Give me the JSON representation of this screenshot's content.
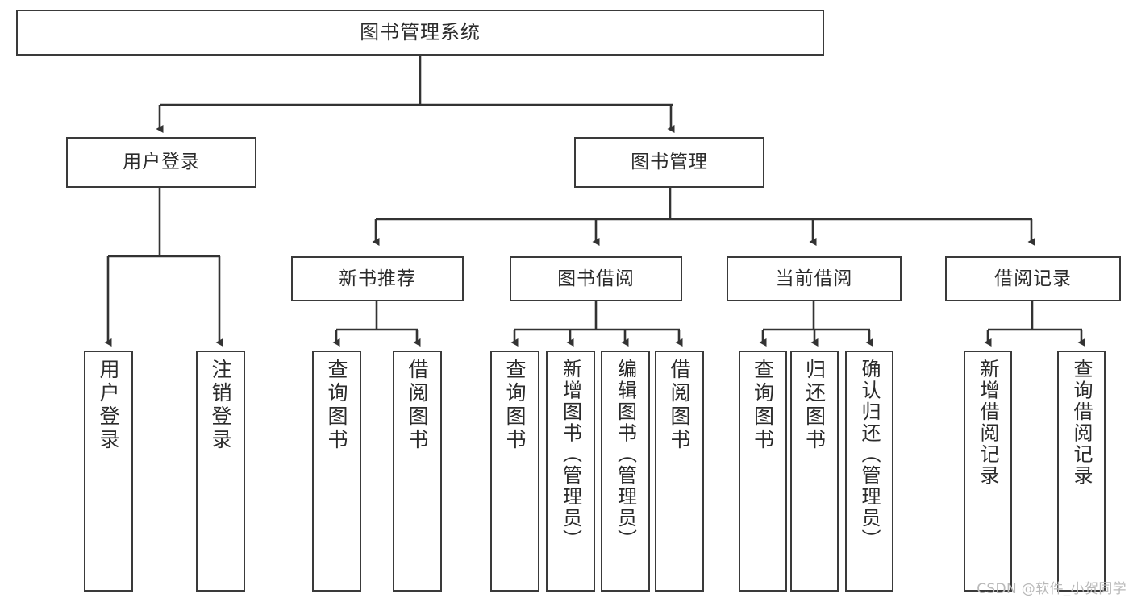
{
  "diagram": {
    "title": "图书管理系统",
    "type": "tree",
    "colors": {
      "box_border": "#3a3a3a",
      "box_fill": "#ffffff",
      "connector": "#333333",
      "text": "#2b2b2b",
      "watermark": "#b9b9b9"
    },
    "levels": {
      "root": {
        "label": "图书管理系统"
      },
      "level1": [
        {
          "label": "用户登录"
        },
        {
          "label": "图书管理"
        }
      ],
      "level2": [
        {
          "label": "新书推荐"
        },
        {
          "label": "图书借阅"
        },
        {
          "label": "当前借阅"
        },
        {
          "label": "借阅记录"
        }
      ],
      "leaves": {
        "user_login": [
          {
            "label": "用户登录"
          },
          {
            "label": "注销登录"
          }
        ],
        "new_book_recommend": [
          {
            "label": "查询图书"
          },
          {
            "label": "借阅图书"
          }
        ],
        "book_borrow": [
          {
            "label": "查询图书"
          },
          {
            "label": "新增图书（管理员）"
          },
          {
            "label": "编辑图书（管理员）"
          },
          {
            "label": "借阅图书"
          }
        ],
        "current_borrow": [
          {
            "label": "查询图书"
          },
          {
            "label": "归还图书"
          },
          {
            "label": "确认归还（管理员）"
          }
        ],
        "borrow_record": [
          {
            "label": "新增借阅记录"
          },
          {
            "label": "查询借阅记录"
          }
        ]
      }
    }
  },
  "watermark": {
    "text": "CSDN @软件_小贺同学"
  }
}
